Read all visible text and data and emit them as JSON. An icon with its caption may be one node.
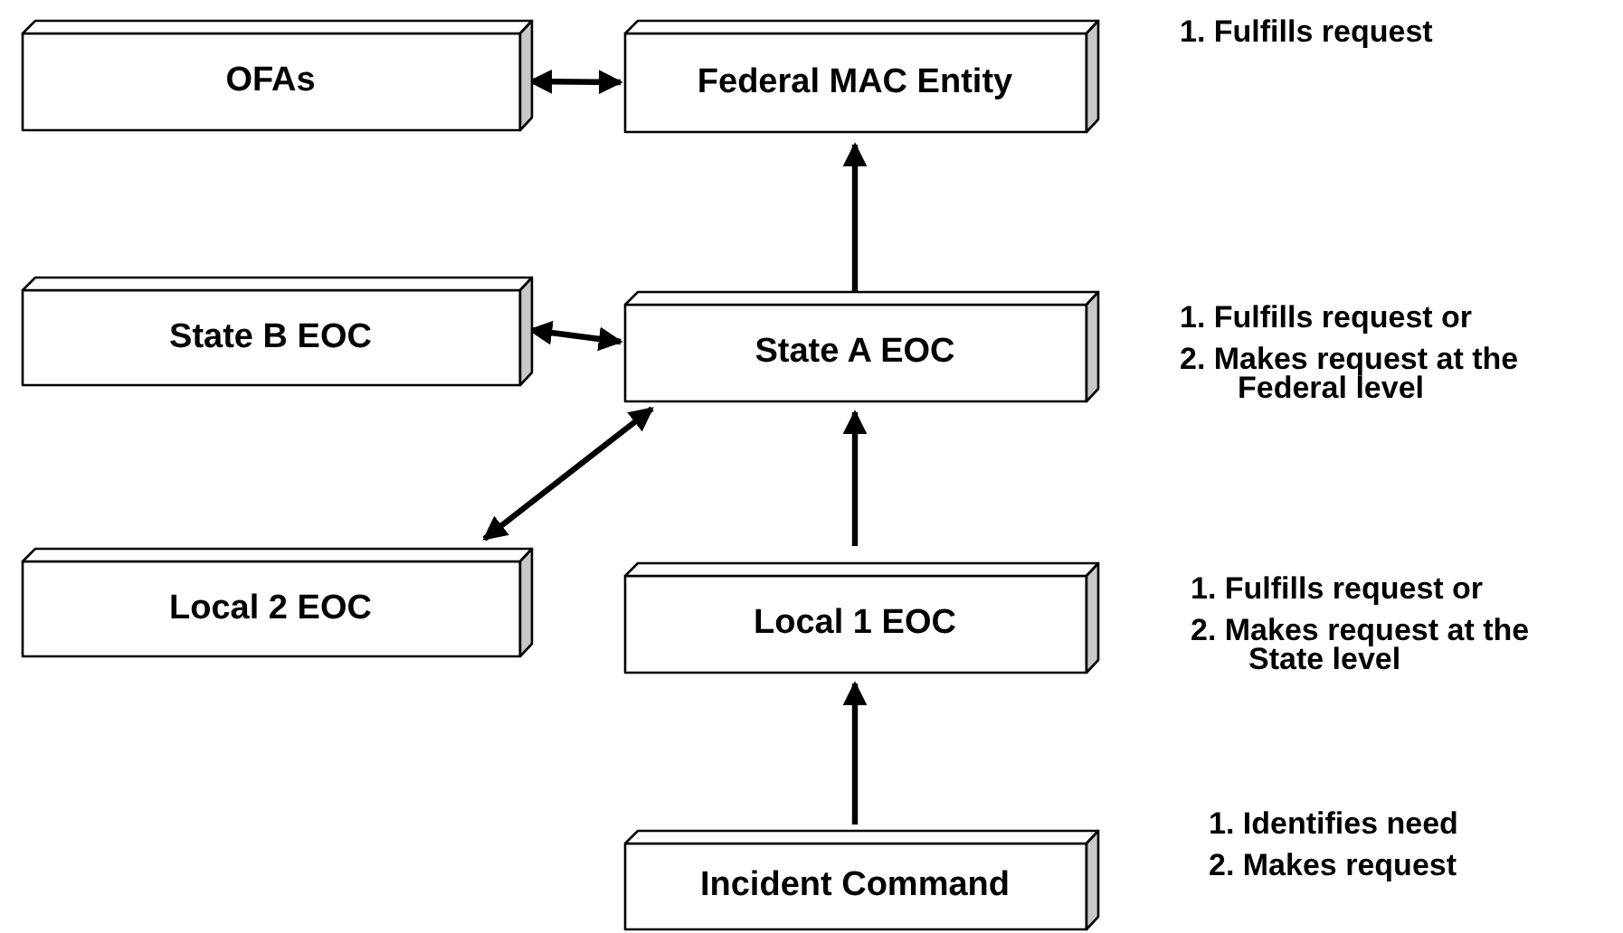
{
  "diagram": {
    "nodes": [
      {
        "text": [
          "OFAs"
        ]
      },
      {
        "text": [
          "Federal MAC Entity"
        ],
        "beside": [
          "1. Fulfills request"
        ]
      },
      {
        "text": [
          "State B EOC"
        ]
      },
      {
        "text": [
          "State A EOC"
        ],
        "beside": [
          "1. Fulfills request or",
          "2. Makes request at the Federal level"
        ]
      },
      {
        "text": [
          "Local 2 EOC"
        ]
      },
      {
        "text": [
          "Local 1 EOC"
        ],
        "beside": [
          "1. Fulfills request or",
          "2. Makes request at the State level"
        ]
      },
      {
        "text": [
          "Incident Command"
        ],
        "beside": [
          "1. Identifies need",
          "2. Makes request"
        ]
      }
    ],
    "edges": [
      {
        "from": 0,
        "to": 1,
        "arrow": "both"
      },
      {
        "from": 3,
        "to": 1,
        "arrow": "to"
      },
      {
        "from": 2,
        "to": 3,
        "arrow": "both"
      },
      {
        "from": 4,
        "to": 3,
        "arrow": "both"
      },
      {
        "from": 5,
        "to": 3,
        "arrow": "to"
      },
      {
        "from": 6,
        "to": 5,
        "arrow": "to"
      }
    ]
  }
}
